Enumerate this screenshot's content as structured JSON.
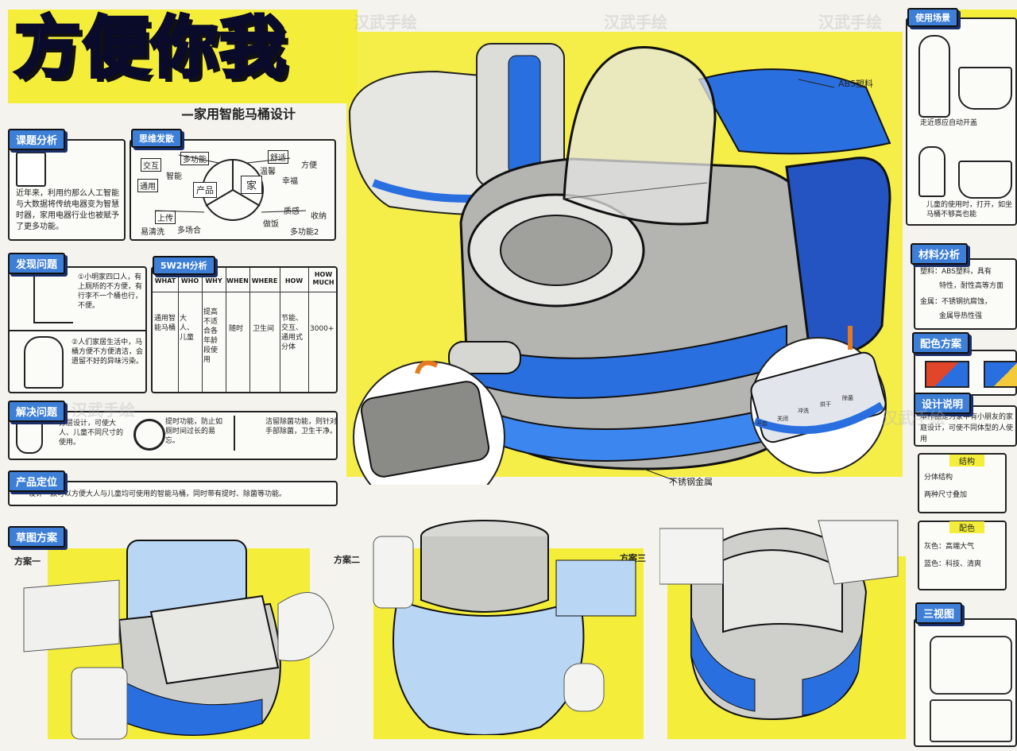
{
  "title": {
    "main": "方便你我",
    "sub": "—家用智能马桶设计"
  },
  "sections": {
    "topic": {
      "tag": "课题分析",
      "text": "近年来，利用约那么人工智能与大数据将传统电器变为智慧时器，家用电器行业也被赋予了更多功能。"
    },
    "mindmap": {
      "tag": "思维发散",
      "center_left": "产品",
      "center_right": "家",
      "words": [
        "交互",
        "多功能",
        "智能",
        "通用",
        "舒适",
        "方便",
        "温馨",
        "幸福",
        "上传",
        "易清洗",
        "多场合",
        "质感",
        "收纳",
        "做饭",
        "多功能2"
      ]
    },
    "problem": {
      "tag": "发现问题",
      "items": [
        "①小明家四口人，有上厕所的不方便，有行李不一个桶也行，不便。",
        "②人们家居生活中，马桶方便不方便清洁，会遗留不好的异味污染。"
      ]
    },
    "w5h2": {
      "tag": "5W2H分析",
      "headers": [
        "WHAT",
        "WHO",
        "WHY",
        "WHEN",
        "WHERE",
        "HOW",
        "HOW MUCH"
      ],
      "cells": [
        "通用智能马桶",
        "大人、儿童",
        "提高不适合各年龄段使用",
        "随时",
        "卫生间",
        "节能、交互、通用式分体",
        "3000+"
      ]
    },
    "solve": {
      "tag": "解决问题",
      "items": [
        "分层设计，可使大人、儿童不同尺寸的使用。",
        "提时功能，防止如厕时间过长的易忘。",
        "洁留除菌功能，则针对手部除菌，卫生干净。"
      ]
    },
    "position": {
      "tag": "产品定位",
      "text": "设计一款可以方便大人与儿童均可使用的智能马桶，同时带有提时、除菌等功能。"
    },
    "sketch": {
      "tag": "草图方案",
      "plan1": "方案一",
      "plan2": "方案二",
      "plan3": "方案三"
    },
    "usage": {
      "tag": "使用场景",
      "line1": "走近感应自动开盖",
      "line2": "儿童的使用时，打开，如坐马桶不够高也能"
    },
    "material": {
      "tag": "材料分析",
      "line1": "塑料：ABS塑料，具有",
      "line2": "特性，耐性高等方面",
      "line3": "金属：不锈钢抗腐蚀，",
      "line4": "金属导热性强"
    },
    "color": {
      "tag": "配色方案"
    },
    "design": {
      "tag": "设计说明",
      "text": "本作品是为家中有小朋友的家庭设计，可使不同体型的人使用"
    },
    "structure": {
      "tag": "结构",
      "line1": "分体结构",
      "line2": "两种尺寸叠加"
    },
    "colorsub": {
      "tag": "配色",
      "line1": "灰色：高端大气",
      "line2": "蓝色：科技、清爽"
    },
    "views": {
      "tag": "三视图"
    }
  },
  "annotations": {
    "abs": "ABS塑料",
    "steel": "不锈钢金属"
  },
  "panel_labels": [
    "开启",
    "关闭",
    "冲洗",
    "烘干",
    "除菌"
  ],
  "watermark": "汉武手绘",
  "colors": {
    "accent": "#3d7fd6",
    "yellow": "#f4ee3a",
    "toiletBlue": "#2a6fe0",
    "gray": "#a9a9a6"
  }
}
